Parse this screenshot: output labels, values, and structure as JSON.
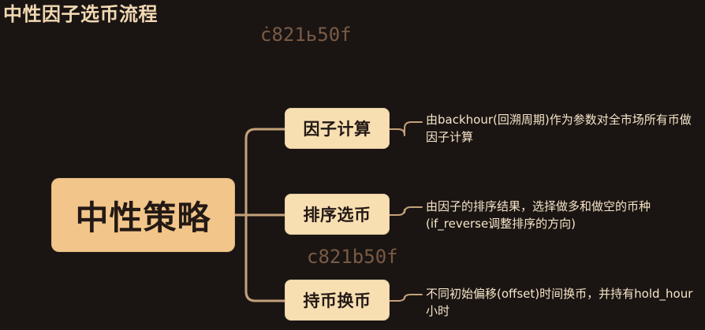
{
  "title": "中性因子选币流程",
  "watermarks": [
    "ċ821ь50f",
    "c821b50f"
  ],
  "root": {
    "label": "中性策略"
  },
  "branches": [
    {
      "label": "因子计算",
      "description": "由backhour(回溯周期)作为参数对全市场所有币做因子计算"
    },
    {
      "label": "排序选币",
      "description": "由因子的排序结果，选择做多和做空的币种(if_reverse调整排序的方向)"
    },
    {
      "label": "持币换币",
      "description": "不同初始偏移(offset)时间换币，并持有hold_hour小时"
    }
  ],
  "colors": {
    "background": "#1a1513",
    "root_fill": "#f2c68a",
    "branch_fill": "#f8dfb2",
    "connector": "#c4a17a",
    "text_dark": "#231915",
    "text_light": "#f6e5c8"
  }
}
